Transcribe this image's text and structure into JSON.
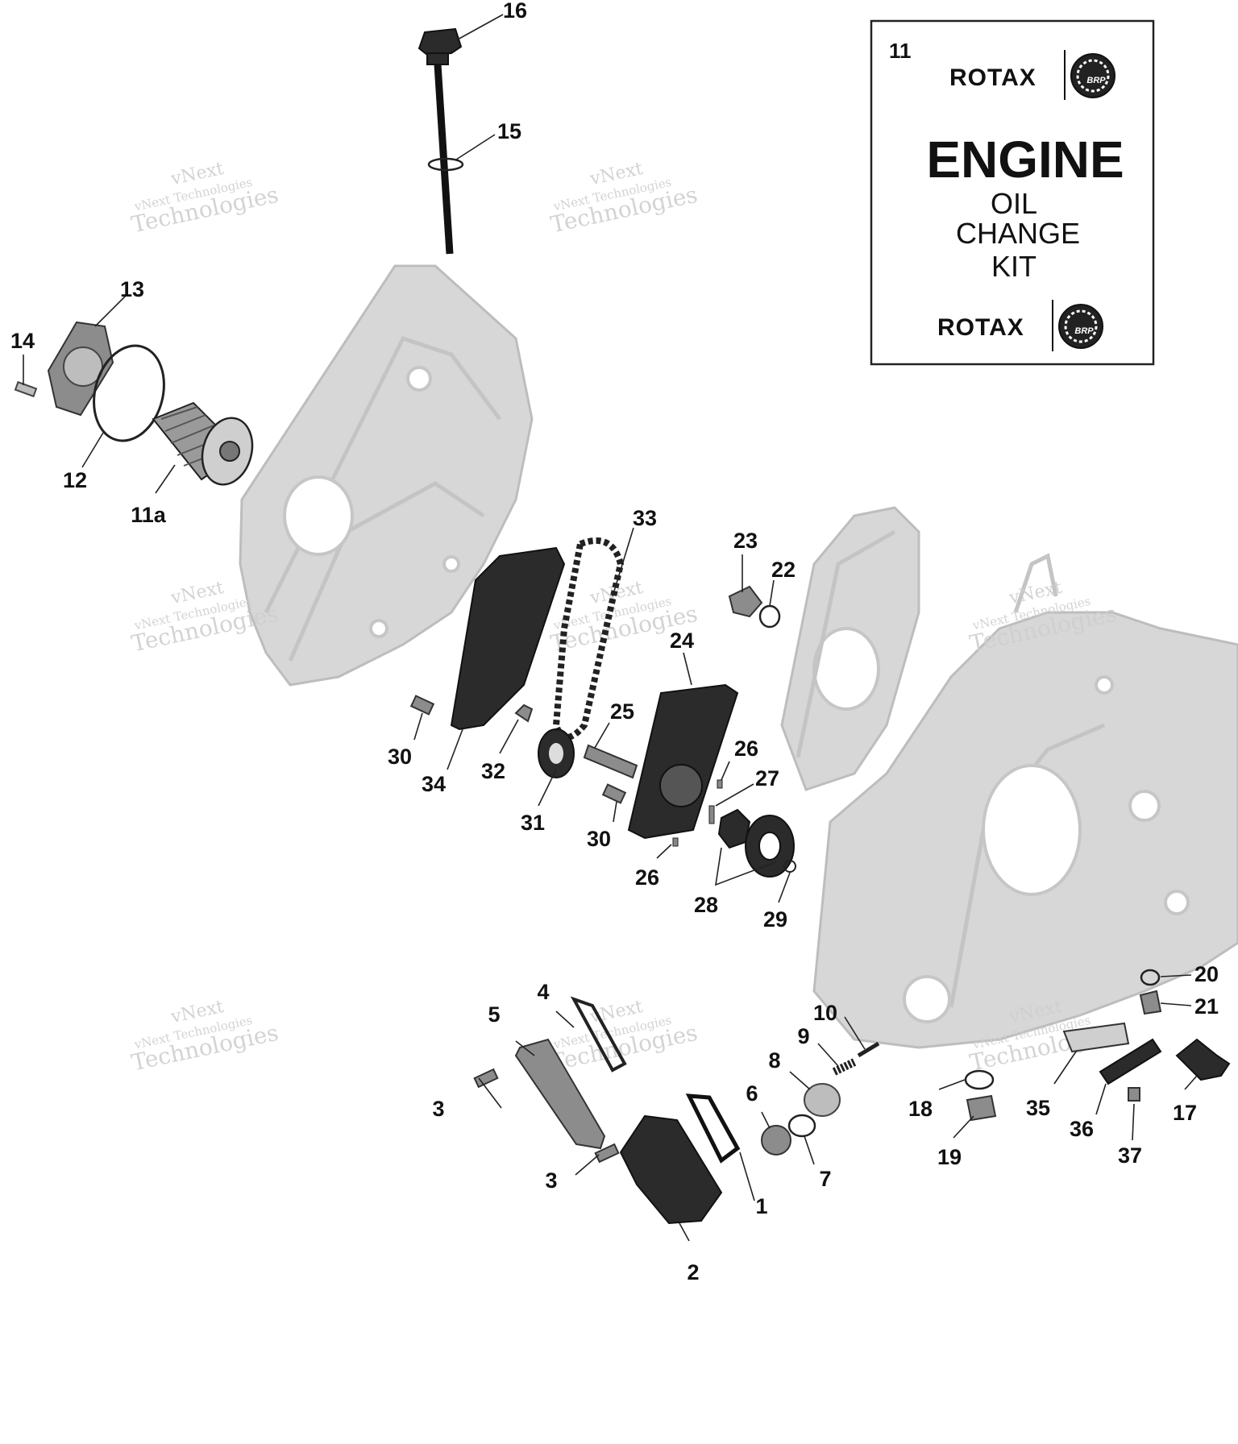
{
  "kit_box": {
    "number": "11",
    "brand_top": "ROTAX",
    "brand_bottom": "ROTAX",
    "title": "ENGINE",
    "line1": "OIL",
    "line2": "CHANGE",
    "line3": "KIT",
    "logo_mark": "BRP"
  },
  "watermark": {
    "line1": "vNext",
    "line2": "vNext Technologies",
    "line3": "Technologies"
  },
  "callouts": {
    "c1": "1",
    "c2": "2",
    "c3a": "3",
    "c3b": "3",
    "c4": "4",
    "c5": "5",
    "c6": "6",
    "c7": "7",
    "c8": "8",
    "c9": "9",
    "c10": "10",
    "c11a": "11a",
    "c12": "12",
    "c13": "13",
    "c14": "14",
    "c15": "15",
    "c16": "16",
    "c17": "17",
    "c18": "18",
    "c19": "19",
    "c20": "20",
    "c21": "21",
    "c22": "22",
    "c23": "23",
    "c24": "24",
    "c25": "25",
    "c26a": "26",
    "c26b": "26",
    "c27": "27",
    "c28": "28",
    "c29": "29",
    "c30a": "30",
    "c30b": "30",
    "c31": "31",
    "c32": "32",
    "c33": "33",
    "c34": "34",
    "c35": "35",
    "c36": "36",
    "c37": "37"
  },
  "colors": {
    "ghost_housing": "#d7d7d7",
    "dark_part": "#2b2b2b",
    "line": "#222222"
  }
}
